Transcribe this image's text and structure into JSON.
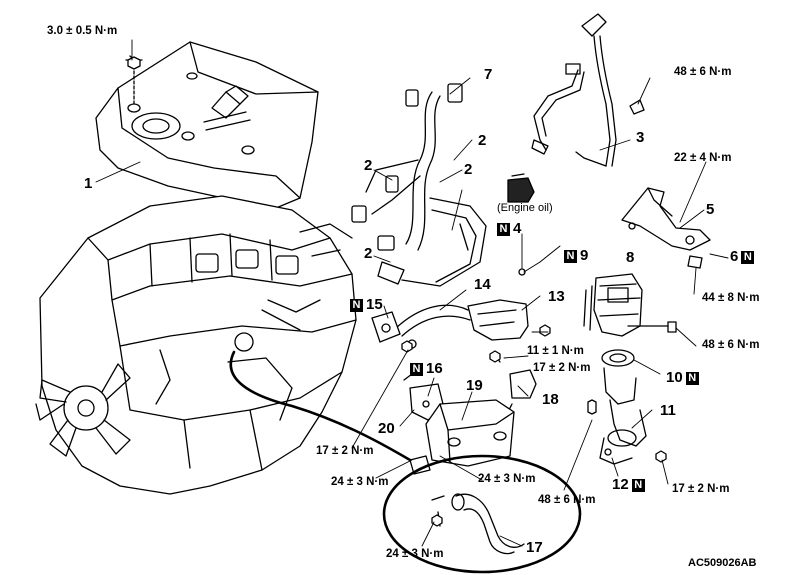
{
  "diagram_code": "AC509026AB",
  "n_mark": "N",
  "oil_note": "(Engine oil)",
  "callouts": {
    "p1": "1",
    "p2a": "2",
    "p2b": "2",
    "p2c": "2",
    "p2d": "2",
    "p3": "3",
    "p4": "4",
    "p5": "5",
    "p6": "6",
    "p7": "7",
    "p8": "8",
    "p9": "9",
    "p10": "10",
    "p11": "11",
    "p12": "12",
    "p13": "13",
    "p14": "14",
    "p15": "15",
    "p16": "16",
    "p17": "17",
    "p18": "18",
    "p19": "19",
    "p20": "20"
  },
  "torques": {
    "t_cover": "3.0 ± 0.5 N·m",
    "t_top_right": "48 ± 6 N·m",
    "t_22": "22 ± 4 N·m",
    "t_44": "44 ± 8 N·m",
    "t_48_mid": "48 ± 6 N·m",
    "t_11": "11 ± 1 N·m",
    "t_17_mid": "17 ± 2 N·m",
    "t_17_left": "17 ± 2 N·m",
    "t_24_left": "24 ± 3 N·m",
    "t_24_center": "24 ± 3 N·m",
    "t_48_low": "48 ± 6 N·m",
    "t_17_right": "17 ± 2 N·m",
    "t_24_bottom": "24 ± 3 N·m"
  }
}
